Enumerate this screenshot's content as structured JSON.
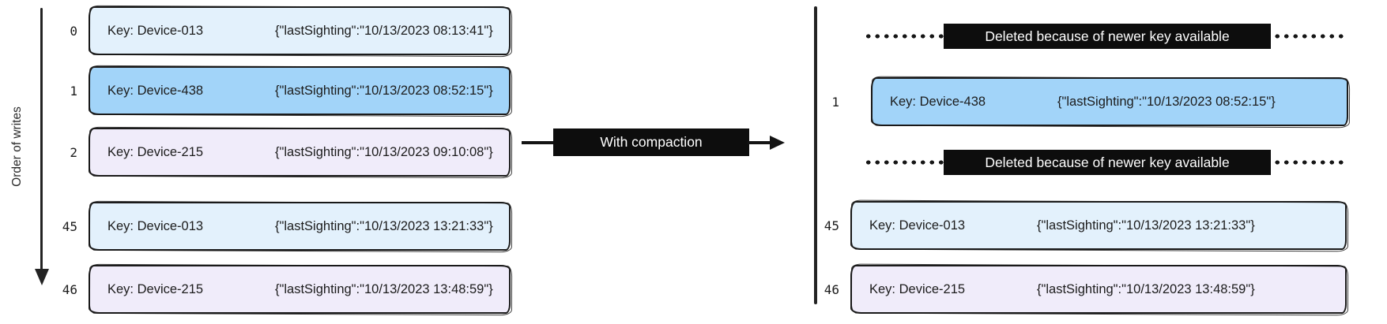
{
  "colors": {
    "light_blue": "#e3f1fc",
    "sky_blue": "#a2d4f9",
    "lavender": "#f0ecfa",
    "black_box": "#0d0d0d",
    "stroke": "#1b1b1b"
  },
  "left": {
    "axis_label": "Order of writes",
    "rows": [
      {
        "index": "0",
        "key": "Key: Device-013",
        "value": "{\"lastSighting\":\"10/13/2023 08:13:41\"}",
        "color": "#e3f1fc"
      },
      {
        "index": "1",
        "key": "Key: Device-438",
        "value": "{\"lastSighting\":\"10/13/2023 08:52:15\"}",
        "color": "#a2d4f9"
      },
      {
        "index": "2",
        "key": "Key: Device-215",
        "value": "{\"lastSighting\":\"10/13/2023 09:10:08\"}",
        "color": "#f0ecfa"
      },
      {
        "index": "45",
        "key": "Key: Device-013",
        "value": "{\"lastSighting\":\"10/13/2023 13:21:33\"}",
        "color": "#e3f1fc"
      },
      {
        "index": "46",
        "key": "Key: Device-215",
        "value": "{\"lastSighting\":\"10/13/2023 13:48:59\"}",
        "color": "#f0ecfa"
      }
    ]
  },
  "middle": {
    "label": "With compaction"
  },
  "right": {
    "deleted_label": "Deleted because of newer key available",
    "rows": [
      {
        "index": "1",
        "key": "Key: Device-438",
        "value": "{\"lastSighting\":\"10/13/2023 08:52:15\"}",
        "color": "#a2d4f9"
      },
      {
        "index": "45",
        "key": "Key: Device-013",
        "value": "{\"lastSighting\":\"10/13/2023 13:21:33\"}",
        "color": "#e3f1fc"
      },
      {
        "index": "46",
        "key": "Key: Device-215",
        "value": "{\"lastSighting\":\"10/13/2023 13:48:59\"}",
        "color": "#f0ecfa"
      }
    ]
  }
}
